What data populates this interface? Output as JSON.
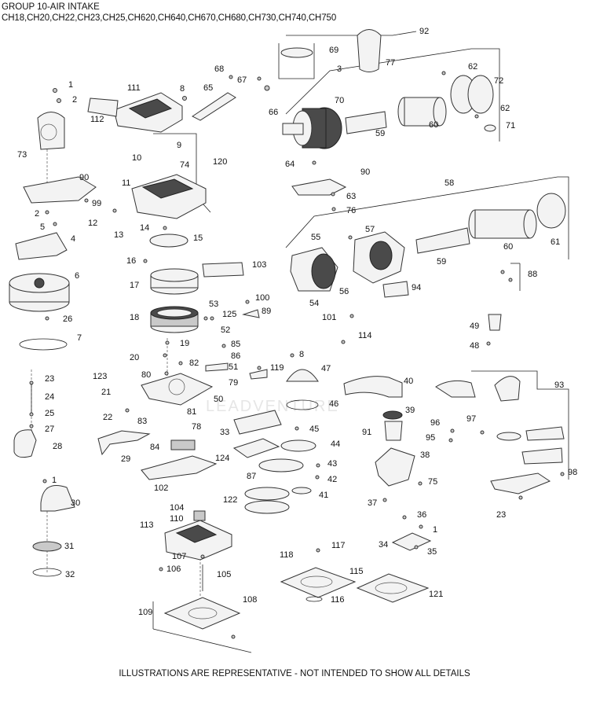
{
  "header": {
    "title": "GROUP 10-AIR INTAKE",
    "models": "CH18,CH20,CH22,CH23,CH25,CH620,CH640,CH670,CH680,CH730,CH740,CH750"
  },
  "footer": "ILLUSTRATIONS ARE REPRESENTATIVE - NOT INTENDED TO SHOW ALL DETAILS",
  "watermark": "LEADVENTURE",
  "callouts": [
    {
      "id": "c92",
      "text": "92"
    },
    {
      "id": "c69",
      "text": "69"
    },
    {
      "id": "c3",
      "text": "3"
    },
    {
      "id": "c77",
      "text": "77"
    },
    {
      "id": "c62a",
      "text": "62"
    },
    {
      "id": "c72",
      "text": "72"
    },
    {
      "id": "c68",
      "text": "68"
    },
    {
      "id": "c67",
      "text": "67"
    },
    {
      "id": "c66",
      "text": "66"
    },
    {
      "id": "c65",
      "text": "65"
    },
    {
      "id": "c8a",
      "text": "8"
    },
    {
      "id": "c111",
      "text": "111"
    },
    {
      "id": "c112",
      "text": "112"
    },
    {
      "id": "c1a",
      "text": "1"
    },
    {
      "id": "c2a",
      "text": "2"
    },
    {
      "id": "c73",
      "text": "73"
    },
    {
      "id": "c70",
      "text": "70"
    },
    {
      "id": "c59a",
      "text": "59"
    },
    {
      "id": "c60a",
      "text": "60"
    },
    {
      "id": "c62b",
      "text": "62"
    },
    {
      "id": "c71",
      "text": "71"
    },
    {
      "id": "c64",
      "text": "64"
    },
    {
      "id": "c90a",
      "text": "90"
    },
    {
      "id": "c63",
      "text": "63"
    },
    {
      "id": "c76",
      "text": "76"
    },
    {
      "id": "c9",
      "text": "9"
    },
    {
      "id": "c10",
      "text": "10"
    },
    {
      "id": "c74",
      "text": "74"
    },
    {
      "id": "c120",
      "text": "120"
    },
    {
      "id": "c11",
      "text": "11"
    },
    {
      "id": "c90b",
      "text": "90"
    },
    {
      "id": "c99",
      "text": "99"
    },
    {
      "id": "c2b",
      "text": "2"
    },
    {
      "id": "c5",
      "text": "5"
    },
    {
      "id": "c12",
      "text": "12"
    },
    {
      "id": "c13",
      "text": "13"
    },
    {
      "id": "c14",
      "text": "14"
    },
    {
      "id": "c15",
      "text": "15"
    },
    {
      "id": "c4",
      "text": "4"
    },
    {
      "id": "c58",
      "text": "58"
    },
    {
      "id": "c55",
      "text": "55"
    },
    {
      "id": "c57",
      "text": "57"
    },
    {
      "id": "c59b",
      "text": "59"
    },
    {
      "id": "c60b",
      "text": "60"
    },
    {
      "id": "c61",
      "text": "61"
    },
    {
      "id": "c16",
      "text": "16"
    },
    {
      "id": "c103",
      "text": "103"
    },
    {
      "id": "c6",
      "text": "6"
    },
    {
      "id": "c17",
      "text": "17"
    },
    {
      "id": "c54",
      "text": "54"
    },
    {
      "id": "c56",
      "text": "56"
    },
    {
      "id": "c94",
      "text": "94"
    },
    {
      "id": "c88",
      "text": "88"
    },
    {
      "id": "c100",
      "text": "100"
    },
    {
      "id": "c53",
      "text": "53"
    },
    {
      "id": "c125",
      "text": "125"
    },
    {
      "id": "c89",
      "text": "89"
    },
    {
      "id": "c18",
      "text": "18"
    },
    {
      "id": "c26",
      "text": "26"
    },
    {
      "id": "c101",
      "text": "101"
    },
    {
      "id": "c52",
      "text": "52"
    },
    {
      "id": "c49",
      "text": "49"
    },
    {
      "id": "c7",
      "text": "7"
    },
    {
      "id": "c19",
      "text": "19"
    },
    {
      "id": "c114",
      "text": "114"
    },
    {
      "id": "c48",
      "text": "48"
    },
    {
      "id": "c85",
      "text": "85"
    },
    {
      "id": "c20",
      "text": "20"
    },
    {
      "id": "c86",
      "text": "86"
    },
    {
      "id": "c8b",
      "text": "8"
    },
    {
      "id": "c82",
      "text": "82"
    },
    {
      "id": "c51",
      "text": "51"
    },
    {
      "id": "c47",
      "text": "47"
    },
    {
      "id": "c23a",
      "text": "23"
    },
    {
      "id": "c80",
      "text": "80"
    },
    {
      "id": "c119",
      "text": "119"
    },
    {
      "id": "c123",
      "text": "123"
    },
    {
      "id": "c79",
      "text": "79"
    },
    {
      "id": "c40",
      "text": "40"
    },
    {
      "id": "c93",
      "text": "93"
    },
    {
      "id": "c21",
      "text": "21"
    },
    {
      "id": "c50",
      "text": "50"
    },
    {
      "id": "c24",
      "text": "24"
    },
    {
      "id": "c46",
      "text": "46"
    },
    {
      "id": "c39",
      "text": "39"
    },
    {
      "id": "c25",
      "text": "25"
    },
    {
      "id": "c22",
      "text": "22"
    },
    {
      "id": "c81",
      "text": "81"
    },
    {
      "id": "c83",
      "text": "83"
    },
    {
      "id": "c96",
      "text": "96"
    },
    {
      "id": "c97",
      "text": "97"
    },
    {
      "id": "c27",
      "text": "27"
    },
    {
      "id": "c78",
      "text": "78"
    },
    {
      "id": "c33",
      "text": "33"
    },
    {
      "id": "c45",
      "text": "45"
    },
    {
      "id": "c91",
      "text": "91"
    },
    {
      "id": "c95",
      "text": "95"
    },
    {
      "id": "c28",
      "text": "28"
    },
    {
      "id": "c84",
      "text": "84"
    },
    {
      "id": "c29",
      "text": "29"
    },
    {
      "id": "c44",
      "text": "44"
    },
    {
      "id": "c38",
      "text": "38"
    },
    {
      "id": "c124",
      "text": "124"
    },
    {
      "id": "c43",
      "text": "43"
    },
    {
      "id": "c87",
      "text": "87"
    },
    {
      "id": "c42",
      "text": "42"
    },
    {
      "id": "c75",
      "text": "75"
    },
    {
      "id": "c98",
      "text": "98"
    },
    {
      "id": "c102",
      "text": "102"
    },
    {
      "id": "c1b",
      "text": "1"
    },
    {
      "id": "c30",
      "text": "30"
    },
    {
      "id": "c41",
      "text": "41"
    },
    {
      "id": "c37",
      "text": "37"
    },
    {
      "id": "c122",
      "text": "122"
    },
    {
      "id": "c23b",
      "text": "23"
    },
    {
      "id": "c104",
      "text": "104"
    },
    {
      "id": "c110",
      "text": "110"
    },
    {
      "id": "c36",
      "text": "36"
    },
    {
      "id": "c113",
      "text": "113"
    },
    {
      "id": "c1c",
      "text": "1"
    },
    {
      "id": "c31",
      "text": "31"
    },
    {
      "id": "c34",
      "text": "34"
    },
    {
      "id": "c117",
      "text": "117"
    },
    {
      "id": "c35",
      "text": "35"
    },
    {
      "id": "c107",
      "text": "107"
    },
    {
      "id": "c118",
      "text": "118"
    },
    {
      "id": "c106",
      "text": "106"
    },
    {
      "id": "c105",
      "text": "105"
    },
    {
      "id": "c115",
      "text": "115"
    },
    {
      "id": "c32",
      "text": "32"
    },
    {
      "id": "c116",
      "text": "116"
    },
    {
      "id": "c121",
      "text": "121"
    },
    {
      "id": "c108",
      "text": "108"
    },
    {
      "id": "c109",
      "text": "109"
    }
  ]
}
